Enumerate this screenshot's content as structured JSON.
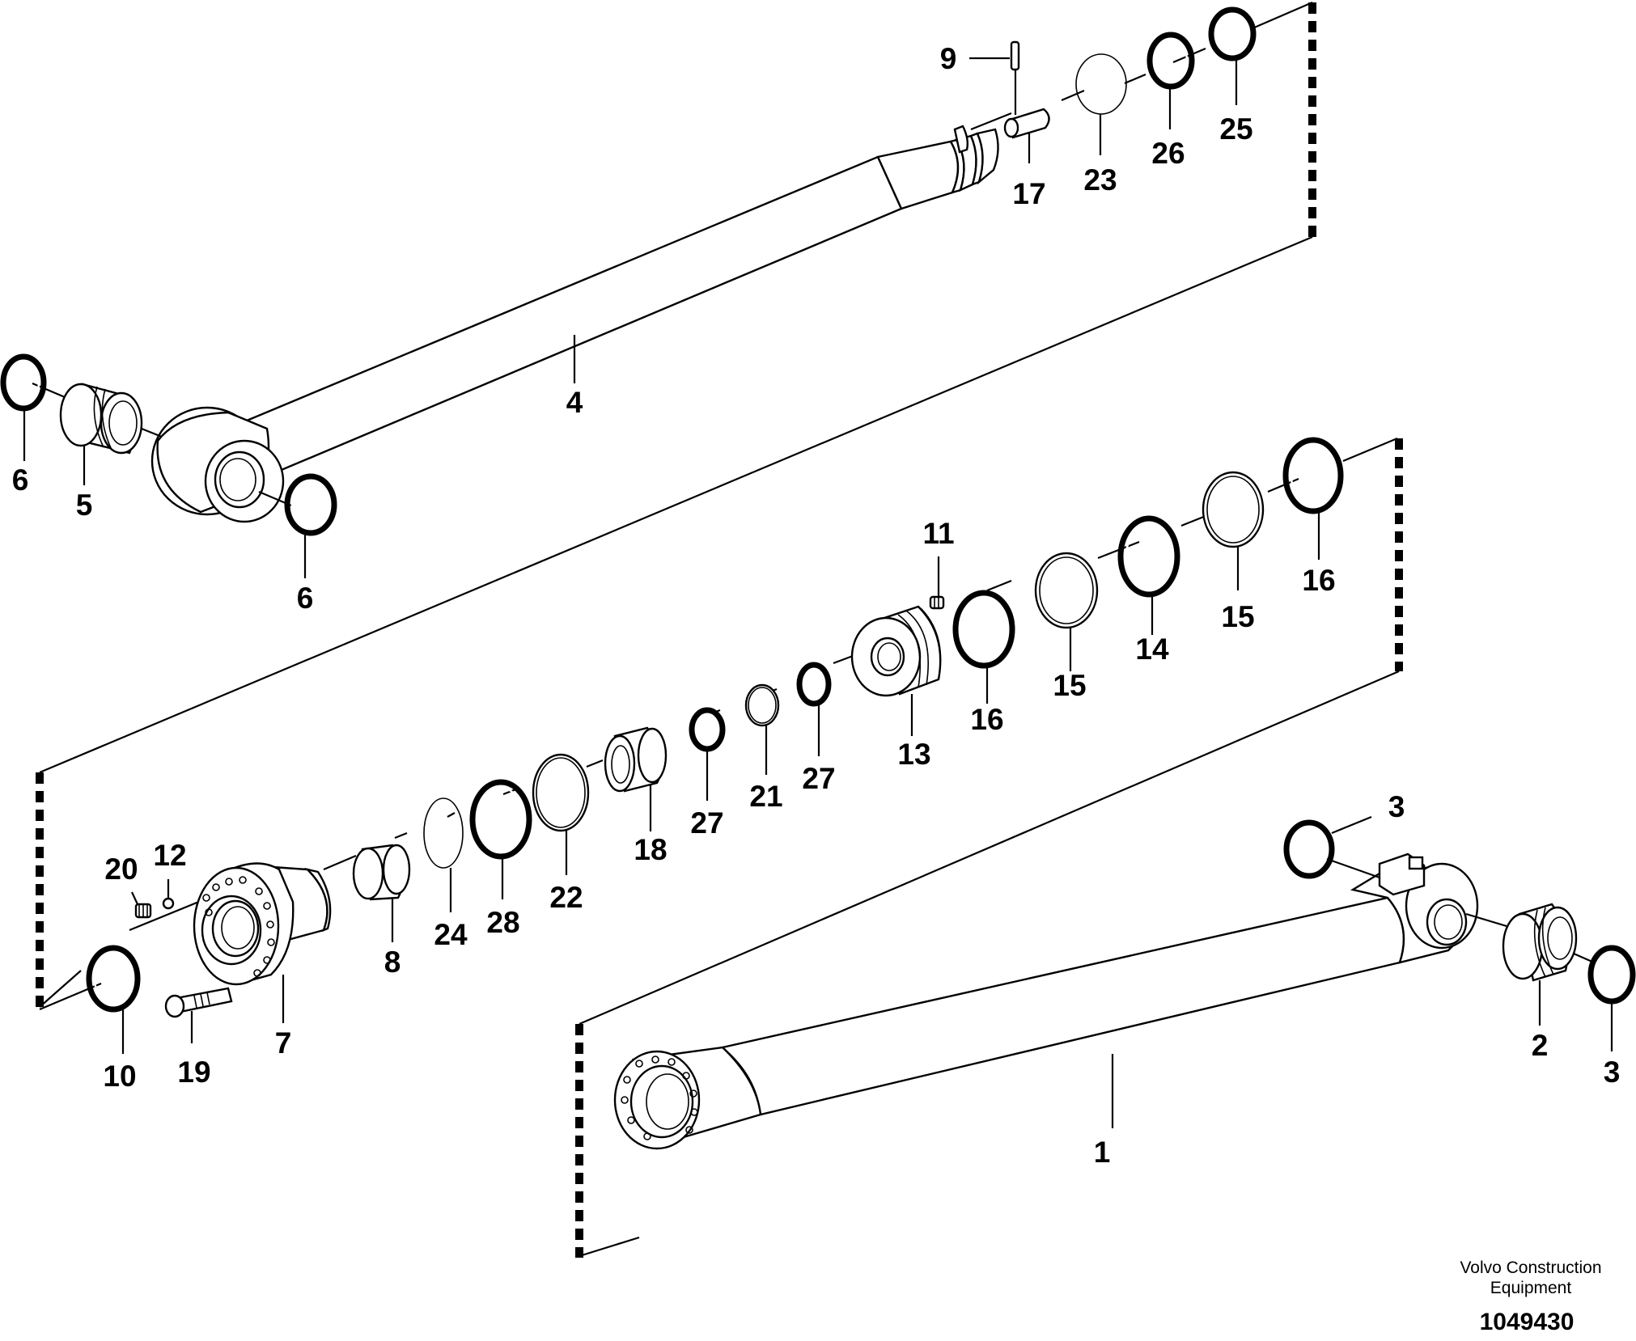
{
  "callouts": {
    "c1": "1",
    "c2": "2",
    "c3a": "3",
    "c3b": "3",
    "c4": "4",
    "c5": "5",
    "c6a": "6",
    "c6b": "6",
    "c7": "7",
    "c8": "8",
    "c9": "9",
    "c10": "10",
    "c11": "11",
    "c12": "12",
    "c13": "13",
    "c14": "14",
    "c15a": "15",
    "c15b": "15",
    "c16a": "16",
    "c16b": "16",
    "c17": "17",
    "c18": "18",
    "c19": "19",
    "c20": "20",
    "c21": "21",
    "c22": "22",
    "c23": "23",
    "c24": "24",
    "c25": "25",
    "c26": "26",
    "c27a": "27",
    "c27b": "27",
    "c28": "28"
  },
  "footer": {
    "brand_line1": "Volvo Construction",
    "brand_line2": "Equipment",
    "doc_number": "1049430"
  }
}
